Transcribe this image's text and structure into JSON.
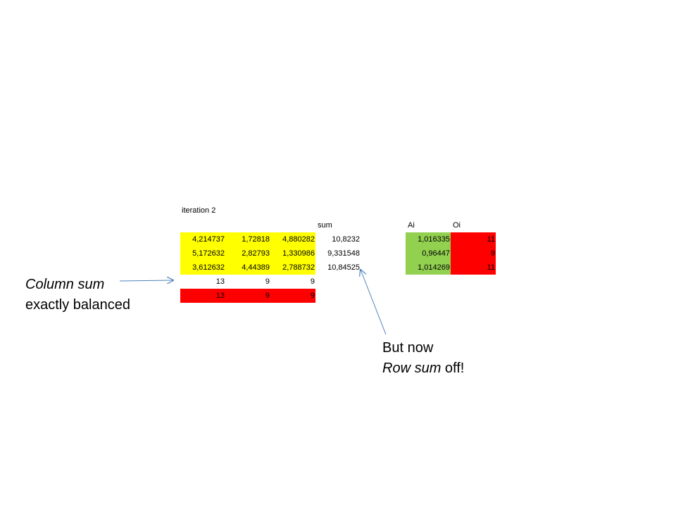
{
  "sheet": {
    "title": "iteration 2",
    "headers": {
      "sum": "sum",
      "ai": "Ai",
      "oi": "Oi"
    },
    "rows": [
      {
        "values": [
          "4,214737",
          "1,72818",
          "4,880282"
        ],
        "sum": "10,8232",
        "ai": "1,016335",
        "oi": "11"
      },
      {
        "values": [
          "5,172632",
          "2,82793",
          "1,330986"
        ],
        "sum": "9,331548",
        "ai": "0,96447",
        "oi": "9"
      },
      {
        "values": [
          "3,612632",
          "4,44389",
          "2,788732"
        ],
        "sum": "10,84525",
        "ai": "1,014269",
        "oi": "11"
      }
    ],
    "column_sums": [
      "13",
      "9",
      "9"
    ],
    "column_targets": [
      "13",
      "9",
      "9"
    ]
  },
  "annotations": {
    "left": {
      "line1": "Column sum",
      "line2": "exactly balanced"
    },
    "right": {
      "line1": "But now",
      "line2_italic": "Row sum",
      "line2_rest": "off!"
    }
  },
  "colors": {
    "cells_highlight": "#ffff00",
    "ai_column": "#92d050",
    "target": "#ff0000",
    "arrow": "#4f81bd"
  }
}
